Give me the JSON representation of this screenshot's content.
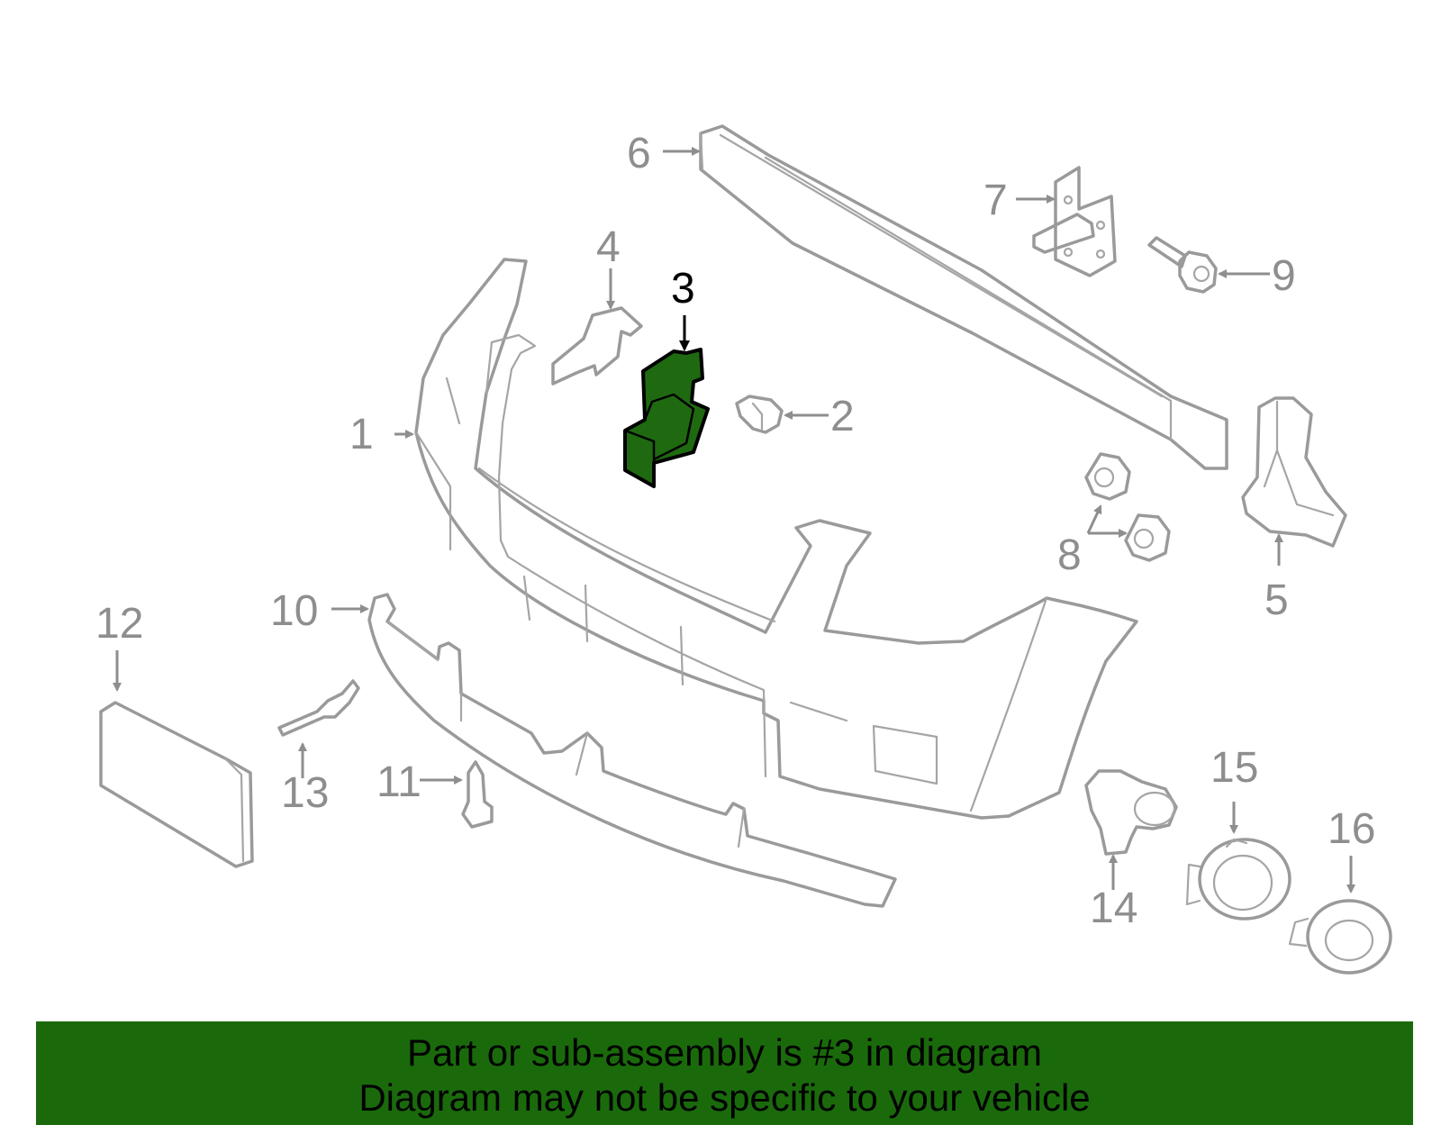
{
  "diagram": {
    "highlighted_part": "3",
    "colors": {
      "highlight_fill": "#1f6a10",
      "line_art": "#9a9a9a",
      "banner": "#1a6a0c"
    },
    "callouts": [
      "1",
      "2",
      "3",
      "4",
      "5",
      "6",
      "7",
      "8",
      "9",
      "10",
      "11",
      "12",
      "13",
      "14",
      "15",
      "16"
    ]
  },
  "banner": {
    "line1": "Part or sub-assembly is #3 in diagram",
    "line2": "Diagram may not be specific to your vehicle"
  }
}
